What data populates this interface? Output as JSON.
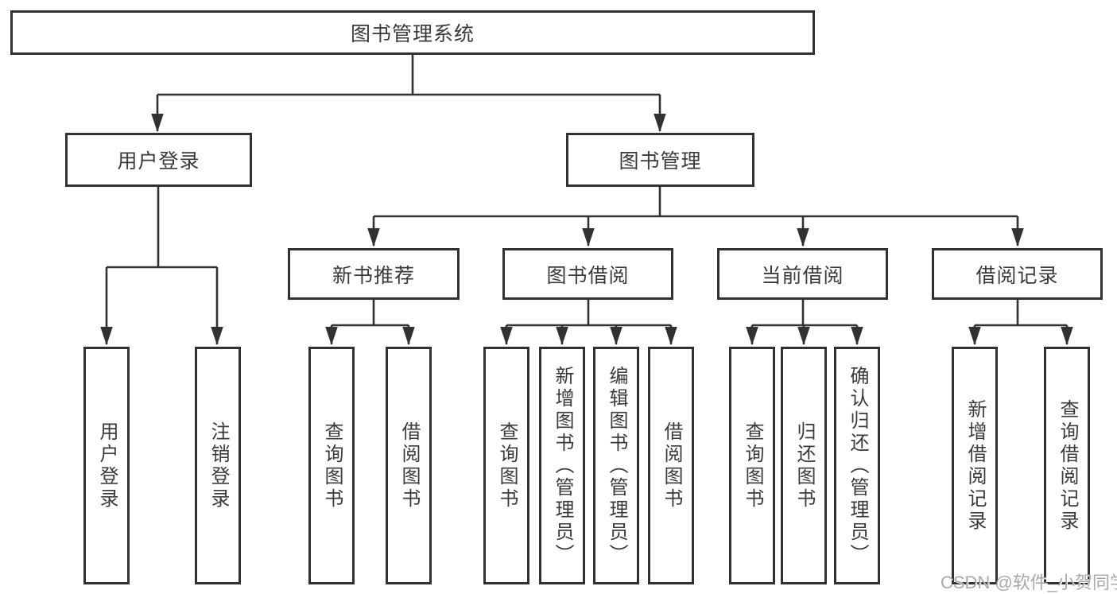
{
  "diagram": {
    "type": "hierarchy-tree",
    "nodes": {
      "root": {
        "label": "图书管理系统"
      },
      "user_login": {
        "label": "用户登录"
      },
      "book_mgmt": {
        "label": "图书管理"
      },
      "login": {
        "label": "用户登录"
      },
      "logout": {
        "label": "注销登录"
      },
      "new_rec": {
        "label": "新书推荐"
      },
      "borrow": {
        "label": "图书借阅"
      },
      "current": {
        "label": "当前借阅"
      },
      "records": {
        "label": "借阅记录"
      },
      "rec_query": {
        "label": "查询图书"
      },
      "rec_borrow": {
        "label": "借阅图书"
      },
      "bor_query": {
        "label": "查询图书"
      },
      "bor_add": {
        "label": "新增图书（管理员）"
      },
      "bor_edit": {
        "label": "编辑图书（管理员）"
      },
      "bor_borrow": {
        "label": "借阅图书"
      },
      "cur_query": {
        "label": "查询图书"
      },
      "cur_return": {
        "label": "归还图书"
      },
      "cur_confirm": {
        "label": "确认归还（管理员）"
      },
      "recd_add": {
        "label": "新增借阅记录"
      },
      "recd_query": {
        "label": "查询借阅记录"
      }
    },
    "hierarchy": {
      "root": [
        "user_login",
        "book_mgmt"
      ],
      "user_login": [
        "login",
        "logout"
      ],
      "book_mgmt": [
        "new_rec",
        "borrow",
        "current",
        "records"
      ],
      "new_rec": [
        "rec_query",
        "rec_borrow"
      ],
      "borrow": [
        "bor_query",
        "bor_add",
        "bor_edit",
        "bor_borrow"
      ],
      "current": [
        "cur_query",
        "cur_return",
        "cur_confirm"
      ],
      "records": [
        "recd_add",
        "recd_query"
      ]
    }
  },
  "watermark": "CSDN @软件_小贺同学",
  "colors": {
    "border": "#313131",
    "line": "#313131",
    "text": "#3a3a3a",
    "watermark": "#a9a9a9",
    "background": "#ffffff"
  }
}
